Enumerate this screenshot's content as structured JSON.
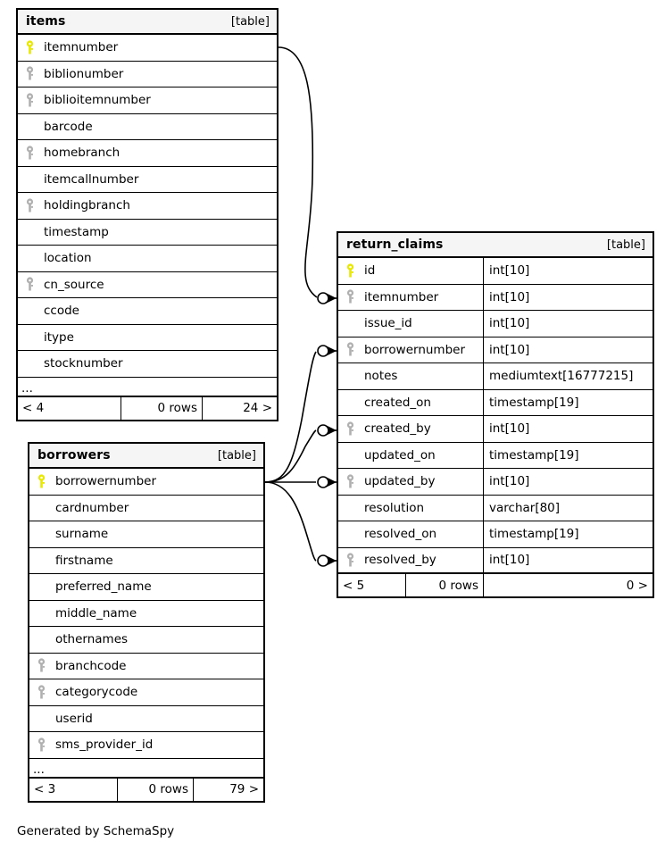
{
  "diagram": {
    "credit": "Generated by SchemaSpy",
    "table_kind_label": "[table]",
    "ellipsis": "...",
    "colors": {
      "primary_key": "#e8e800",
      "foreign_key": "#b0b0b0",
      "header_background": "#f5f5f5",
      "border": "#000000",
      "page_background": "#ffffff"
    }
  },
  "tables": [
    {
      "id": "items",
      "name": "items",
      "kind": "[table]",
      "columns": [
        {
          "name": "itemnumber",
          "key": "primary"
        },
        {
          "name": "biblionumber",
          "key": "foreign"
        },
        {
          "name": "biblioitemnumber",
          "key": "foreign"
        },
        {
          "name": "barcode",
          "key": "none"
        },
        {
          "name": "homebranch",
          "key": "foreign"
        },
        {
          "name": "itemcallnumber",
          "key": "none"
        },
        {
          "name": "holdingbranch",
          "key": "foreign"
        },
        {
          "name": "timestamp",
          "key": "none"
        },
        {
          "name": "location",
          "key": "none"
        },
        {
          "name": "cn_source",
          "key": "foreign"
        },
        {
          "name": "ccode",
          "key": "none"
        },
        {
          "name": "itype",
          "key": "none"
        },
        {
          "name": "stocknumber",
          "key": "none"
        }
      ],
      "truncated": true,
      "footer": {
        "left": "< 4",
        "middle": "0 rows",
        "right": "24 >"
      }
    },
    {
      "id": "return_claims",
      "name": "return_claims",
      "kind": "[table]",
      "columns": [
        {
          "name": "id",
          "type": "int[10]",
          "key": "primary"
        },
        {
          "name": "itemnumber",
          "type": "int[10]",
          "key": "foreign"
        },
        {
          "name": "issue_id",
          "type": "int[10]",
          "key": "none"
        },
        {
          "name": "borrowernumber",
          "type": "int[10]",
          "key": "foreign"
        },
        {
          "name": "notes",
          "type": "mediumtext[16777215]",
          "key": "none"
        },
        {
          "name": "created_on",
          "type": "timestamp[19]",
          "key": "none"
        },
        {
          "name": "created_by",
          "type": "int[10]",
          "key": "foreign"
        },
        {
          "name": "updated_on",
          "type": "timestamp[19]",
          "key": "none"
        },
        {
          "name": "updated_by",
          "type": "int[10]",
          "key": "foreign"
        },
        {
          "name": "resolution",
          "type": "varchar[80]",
          "key": "none"
        },
        {
          "name": "resolved_on",
          "type": "timestamp[19]",
          "key": "none"
        },
        {
          "name": "resolved_by",
          "type": "int[10]",
          "key": "foreign"
        }
      ],
      "truncated": false,
      "footer": {
        "left": "< 5",
        "middle": "0 rows",
        "right": "0 >"
      }
    },
    {
      "id": "borrowers",
      "name": "borrowers",
      "kind": "[table]",
      "columns": [
        {
          "name": "borrowernumber",
          "key": "primary"
        },
        {
          "name": "cardnumber",
          "key": "none"
        },
        {
          "name": "surname",
          "key": "none"
        },
        {
          "name": "firstname",
          "key": "none"
        },
        {
          "name": "preferred_name",
          "key": "none"
        },
        {
          "name": "middle_name",
          "key": "none"
        },
        {
          "name": "othernames",
          "key": "none"
        },
        {
          "name": "branchcode",
          "key": "foreign"
        },
        {
          "name": "categorycode",
          "key": "foreign"
        },
        {
          "name": "userid",
          "key": "none"
        },
        {
          "name": "sms_provider_id",
          "key": "foreign"
        }
      ],
      "truncated": true,
      "footer": {
        "left": "< 3",
        "middle": "0 rows",
        "right": "79 >"
      }
    }
  ],
  "relationships": [
    {
      "from_table": "items",
      "from_column": "itemnumber",
      "to_table": "return_claims",
      "to_column": "itemnumber"
    },
    {
      "from_table": "borrowers",
      "from_column": "borrowernumber",
      "to_table": "return_claims",
      "to_column": "borrowernumber"
    },
    {
      "from_table": "borrowers",
      "from_column": "borrowernumber",
      "to_table": "return_claims",
      "to_column": "created_by"
    },
    {
      "from_table": "borrowers",
      "from_column": "borrowernumber",
      "to_table": "return_claims",
      "to_column": "updated_by"
    },
    {
      "from_table": "borrowers",
      "from_column": "borrowernumber",
      "to_table": "return_claims",
      "to_column": "resolved_by"
    }
  ]
}
